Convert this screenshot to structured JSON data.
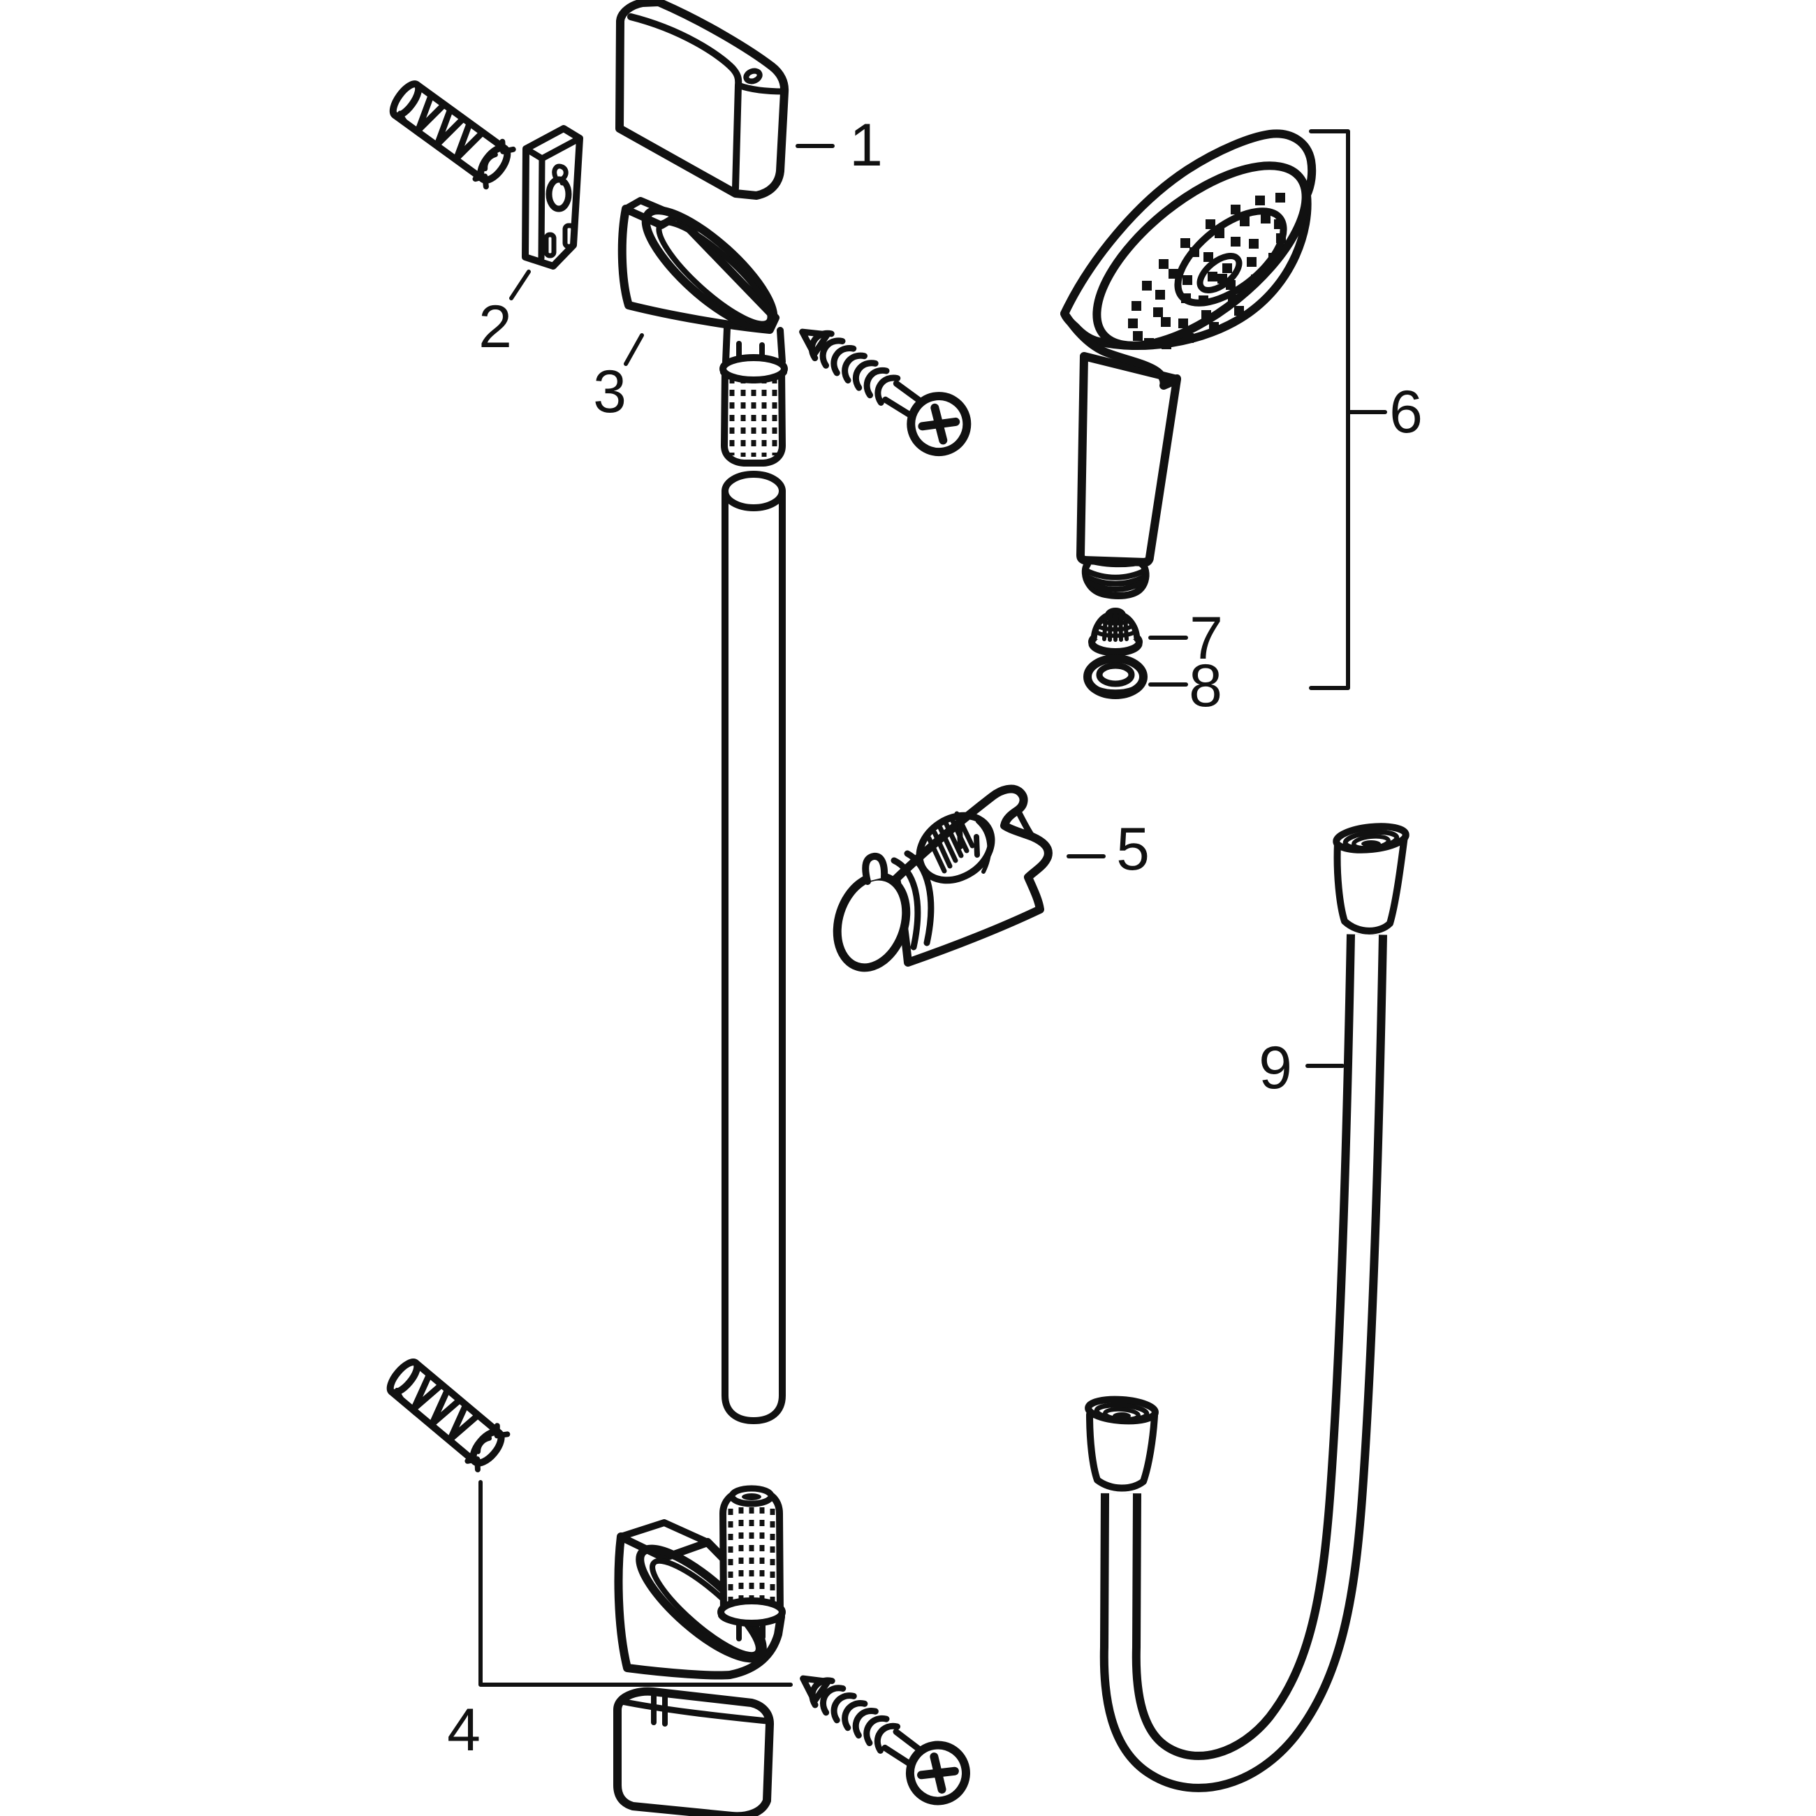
{
  "diagram": {
    "kind": "exploded-parts-diagram",
    "subject": "shower-rail-set-with-hand-shower-and-hose",
    "background_color": "#ffffff",
    "line_color": "#111111"
  },
  "parts": [
    {
      "number": "1",
      "name": "pin-cover-cap"
    },
    {
      "number": "2",
      "name": "wall-mounting-plate"
    },
    {
      "number": "3",
      "name": "wall-support-bracket"
    },
    {
      "number": "4",
      "name": "fixing-set-plug-and-screw"
    },
    {
      "number": "5",
      "name": "shower-holder-slider"
    },
    {
      "number": "6",
      "name": "hand-shower"
    },
    {
      "number": "7",
      "name": "filter-insert"
    },
    {
      "number": "8",
      "name": "sealing-washer"
    },
    {
      "number": "9",
      "name": "shower-hose"
    }
  ]
}
